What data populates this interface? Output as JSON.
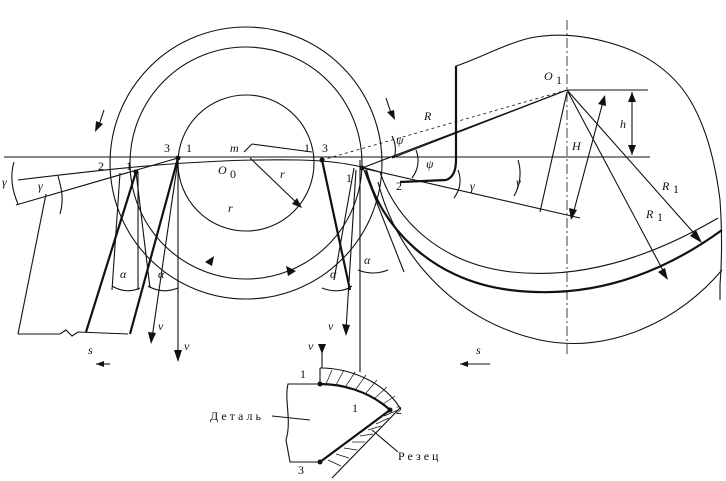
{
  "labels": {
    "O1": "O",
    "O1_sub": "1",
    "O0": "O",
    "O0_sub": "0",
    "m": "m",
    "R": "R",
    "R1": "R",
    "R1_sub": "1",
    "R2": "R",
    "R2_sub": "1",
    "r1": "r",
    "r2": "r",
    "H": "H",
    "h": "h",
    "psi1": "ψ",
    "psi2": "ψ",
    "gamma_left": "γ",
    "gamma1_left": "γ",
    "gamma_right": "γ",
    "gamma1_right": "γ",
    "alpha1_left": "α",
    "alpha_left": "α",
    "alpha1_right": "α",
    "alpha_right": "α",
    "v_left": "v",
    "v1_left": "v",
    "v_right": "v",
    "v1_right": "v",
    "s_left": "s",
    "s_right": "s",
    "pt_2_left": "2",
    "pt_1_left": "1",
    "pt_3_left": "3",
    "pt_1_left_b": "1",
    "pt_1_mid": "1",
    "pt_3_mid": "3",
    "pt_1_mid_b": "1",
    "pt_2_mid": "2",
    "pt_1_bottom": "1",
    "pt_2_bottom": "2",
    "pt_3_bottom": "3",
    "pt_1_bottom_inner": "1",
    "part_label": "Деталь",
    "cutter_label": "Резец"
  }
}
